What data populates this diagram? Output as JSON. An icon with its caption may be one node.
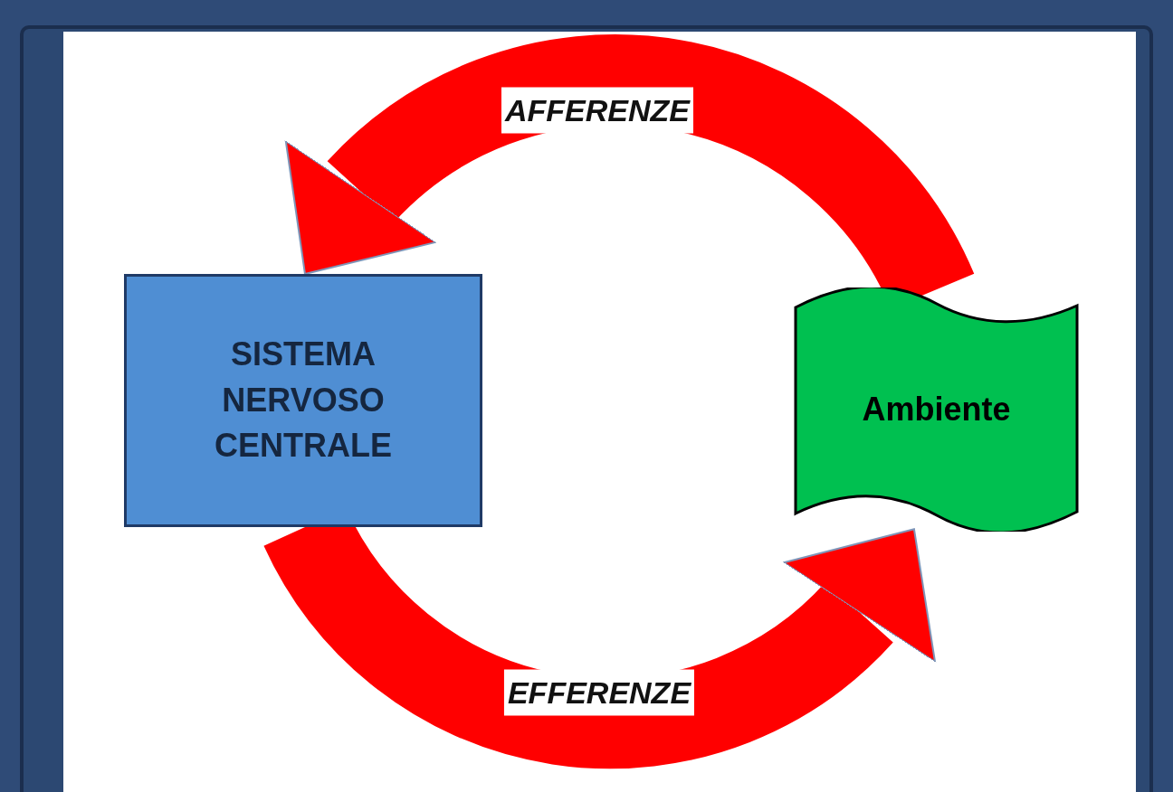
{
  "diagram": {
    "nodes": [
      {
        "text": [
          "SISTEMA NERVOSO CENTRALE"
        ]
      },
      {
        "text": [
          "Ambiente"
        ]
      }
    ],
    "edges": [
      {
        "from": 1,
        "to": 0,
        "arrow": "to",
        "label": "AFFERENZE"
      },
      {
        "from": 0,
        "to": 1,
        "arrow": "to",
        "label": "EFFERENZE"
      }
    ]
  }
}
